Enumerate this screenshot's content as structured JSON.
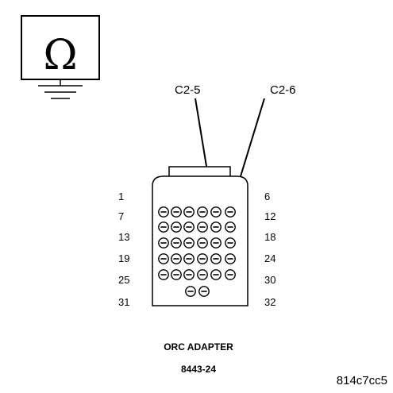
{
  "meter": {
    "symbol": "Ω",
    "icon": "ohmmeter-icon",
    "ground_icon": "ground-icon"
  },
  "callouts": [
    {
      "label": "C2-5",
      "pin": 5
    },
    {
      "label": "C2-6",
      "pin": 6
    }
  ],
  "connector": {
    "row_labels_left": [
      "1",
      "7",
      "13",
      "19",
      "25",
      "31"
    ],
    "row_labels_right": [
      "6",
      "12",
      "18",
      "24",
      "30",
      "32"
    ],
    "rows": [
      {
        "first_pin": 1,
        "count": 6
      },
      {
        "first_pin": 7,
        "count": 6
      },
      {
        "first_pin": 13,
        "count": 6
      },
      {
        "first_pin": 19,
        "count": 6
      },
      {
        "first_pin": 25,
        "count": 6
      },
      {
        "first_pin": 31,
        "count": 2
      }
    ]
  },
  "caption": {
    "title": "ORC ADAPTER",
    "part_number": "8443-24"
  },
  "figure_code": "814c7cc5"
}
